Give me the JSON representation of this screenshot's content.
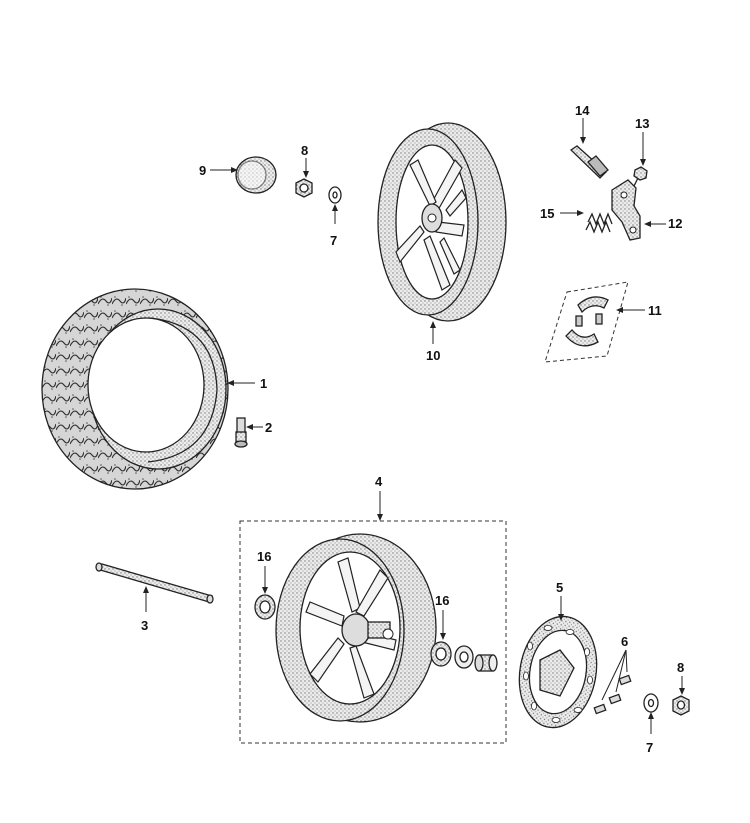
{
  "callouts": {
    "p1": "1",
    "p2": "2",
    "p3": "3",
    "p4": "4",
    "p5": "5",
    "p6": "6",
    "p7a": "7",
    "p7b": "7",
    "p8a": "8",
    "p8b": "8",
    "p9": "9",
    "p10": "10",
    "p11": "11",
    "p12": "12",
    "p13": "13",
    "p14": "14",
    "p15": "15",
    "p16a": "16",
    "p16b": "16"
  },
  "colors": {
    "line": "#222222",
    "stipple": "#bdbdbd",
    "background": "#ffffff"
  }
}
